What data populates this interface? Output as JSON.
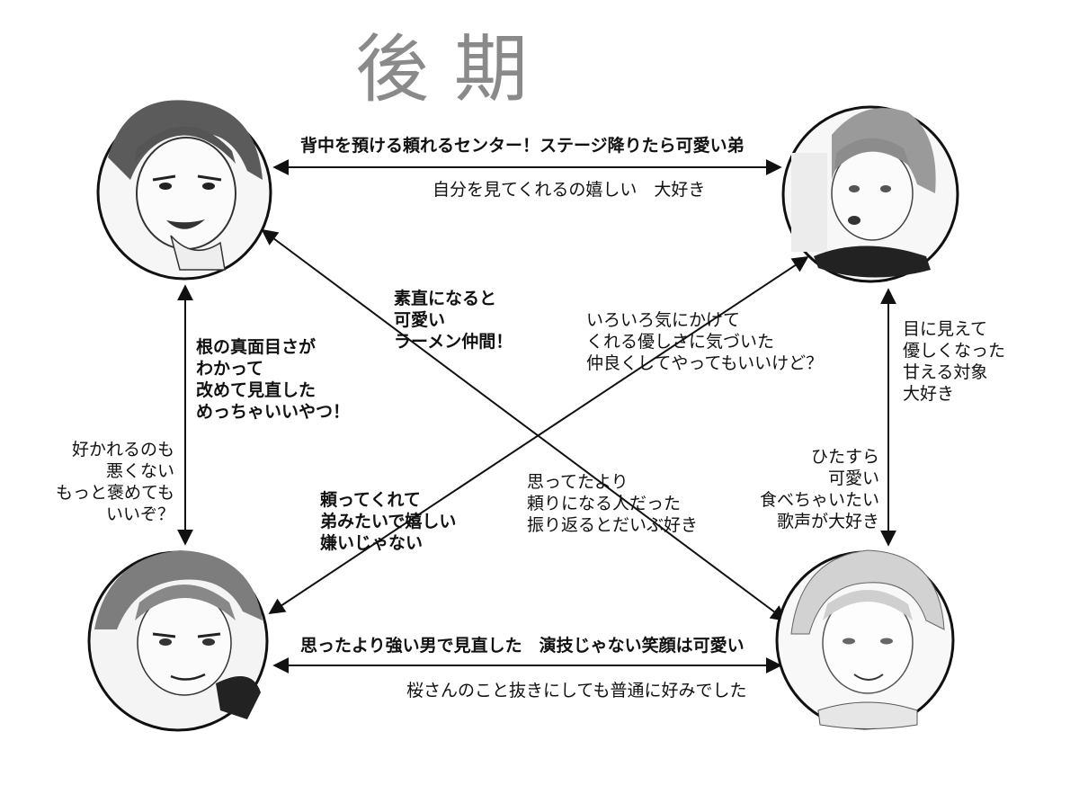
{
  "title": "後期",
  "characters": [
    {
      "id": "top-left",
      "label": "black-haired boy portrait"
    },
    {
      "id": "top-right",
      "label": "light-haired boy portrait"
    },
    {
      "id": "bottom-left",
      "label": "spiky-haired boy portrait"
    },
    {
      "id": "bottom-right",
      "label": "pale-haired smiling boy portrait"
    }
  ],
  "labels": {
    "top_edge_upper": "背中を預ける頼れるセンター！ステージ降りたら可愛い弟",
    "top_edge_lower": "自分を見てくれるの嬉しい　大好き",
    "left_edge_upper": "根の真面目さが\nわかって\n改めて見直した\nめっちゃいいやつ！",
    "left_edge_lower": "好かれるのも\n悪くない\nもっと褒めても\nいいぞ？",
    "right_edge_upper": "目に見えて\n優しくなった\n甘える対象\n大好き",
    "right_edge_lower": "ひたすら\n可愛い\n食べちゃいたい\n歌声が大好き",
    "diag_tl_br_upper": "素直になると\n可愛い\nラーメン仲間！",
    "diag_tl_br_lower": "思ってたより\n頼りになる人だった\n振り返るとだいぶ好き",
    "diag_tr_bl_upper": "いろいろ気にかけて\nくれる優しさに気づいた\n仲良くしてやってもいいけど？",
    "diag_tr_bl_lower": "頼ってくれて\n弟みたいで嬉しい\n嫌いじゃない",
    "bottom_edge_upper": "思ったより強い男で見直した　演技じゃない笑顔は可愛い",
    "bottom_edge_lower": "桜さんのこと抜きにしても普通に好みでした"
  }
}
